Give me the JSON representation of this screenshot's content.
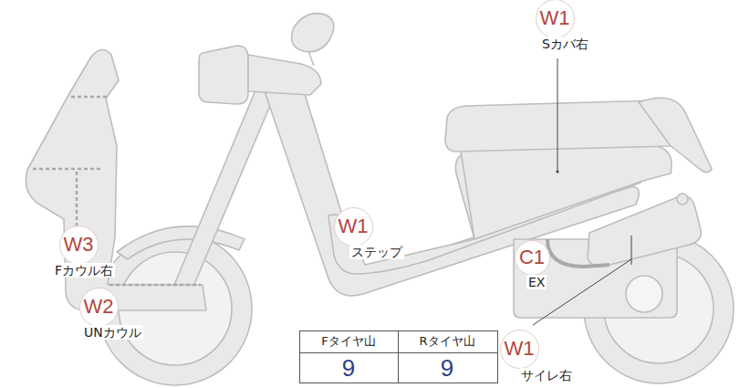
{
  "diagram": {
    "nodes": [
      {
        "text": [
          "W1",
          "Sカバ右"
        ]
      },
      {
        "text": [
          "W1",
          "ステップ"
        ]
      },
      {
        "text": [
          "W3",
          "Fカウル右"
        ]
      },
      {
        "text": [
          "C1",
          "EX"
        ]
      },
      {
        "text": [
          "W2",
          "UNカウル"
        ]
      },
      {
        "text": [
          "W1",
          "サイレ右"
        ]
      }
    ],
    "labels": [
      "Fタイヤ山",
      "Rタイヤ山",
      "9",
      "9"
    ]
  }
}
